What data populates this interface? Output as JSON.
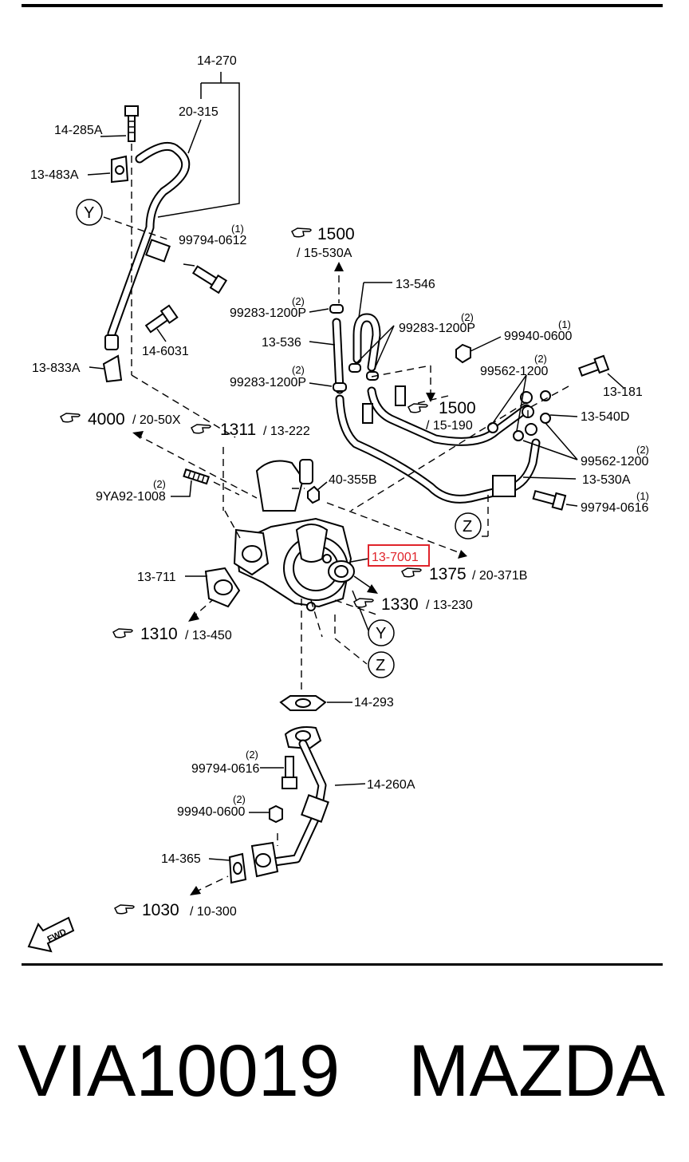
{
  "title": {
    "code": "VIA10019",
    "brand": "MAZDA"
  },
  "highlight_color": "#e0242b",
  "labels": {
    "l_14_270": "14-270",
    "l_20_315": "20-315",
    "l_14_285a": "14-285A",
    "l_13_483a": "13-483A",
    "l_99794_0612": "99794-0612",
    "q_99794_0612": "(1)",
    "l_14_6031": "14-6031",
    "l_13_833a": "13-833A",
    "l_13_546": "13-546",
    "l_99283_top": "99283-1200P",
    "q_99283_top": "(2)",
    "l_99283_mid": "99283-1200P",
    "q_99283_mid": "(2)",
    "l_99283_low": "99283-1200P",
    "q_99283_low": "(2)",
    "l_13_536": "13-536",
    "l_99940_0600_top": "99940-0600",
    "q_99940_0600_top": "(1)",
    "l_99562_top": "99562-1200",
    "q_99562_top": "(2)",
    "l_13_181": "13-181",
    "l_13_540d": "13-540D",
    "l_99562_low": "99562-1200",
    "q_99562_low": "(2)",
    "l_13_530a": "13-530A",
    "l_99794_0616_r": "99794-0616",
    "q_99794_0616_r": "(1)",
    "l_40_355b": "40-355B",
    "l_9ya92": "9YA92-1008",
    "q_9ya92": "(2)",
    "l_13_711": "13-711",
    "l_13_7001": "13-7001",
    "l_14_293": "14-293",
    "l_14_260a": "14-260A",
    "l_99794_0616_b": "99794-0616",
    "q_99794_0616_b": "(2)",
    "l_99940_0600_b": "99940-0600",
    "q_99940_0600_b": "(2)",
    "l_14_365": "14-365",
    "fwd": "FWD"
  },
  "refs": {
    "r1500a": {
      "num": "1500",
      "sub": "/ 15-530A"
    },
    "r1500b": {
      "num": "1500",
      "sub": "/ 15-190"
    },
    "r4000": {
      "num": "4000",
      "sub": "/ 20-50X"
    },
    "r1311": {
      "num": "1311",
      "sub": "/ 13-222"
    },
    "r1375": {
      "num": "1375",
      "sub": "/ 20-371B"
    },
    "r1330": {
      "num": "1330",
      "sub": "/ 13-230"
    },
    "r1310": {
      "num": "1310",
      "sub": "/ 13-450"
    },
    "r1030": {
      "num": "1030",
      "sub": "/ 10-300"
    }
  },
  "markers": {
    "y1": "Y",
    "z1": "Z",
    "y2": "Y",
    "z2": "Z"
  }
}
